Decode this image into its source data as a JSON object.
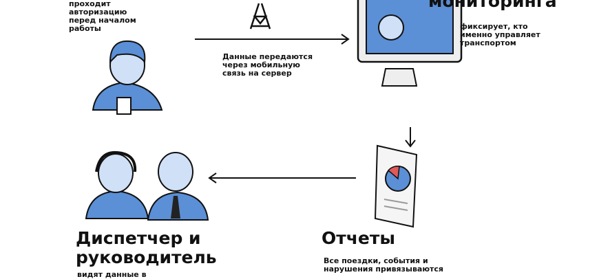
{
  "driver": {
    "caption": "проходит\nавторизацию\nперед началом\nработы"
  },
  "transfer": {
    "caption": "Данные передаются\nчерез мобильную\nсвязь на сервер"
  },
  "monitoring": {
    "title": "мониторинга",
    "caption": "фиксирует, кто\nименно управляет\nтранспортом"
  },
  "reports": {
    "title": "Отчеты",
    "caption": "Все поездки, события и\nнарушения привязываются"
  },
  "dispatcher": {
    "title": "Диспетчер и\nруководитель",
    "caption": "видят данные в"
  },
  "colors": {
    "blue": "#5b8fd6",
    "light_blue": "#cfe0f7",
    "red": "#e05a5a"
  }
}
